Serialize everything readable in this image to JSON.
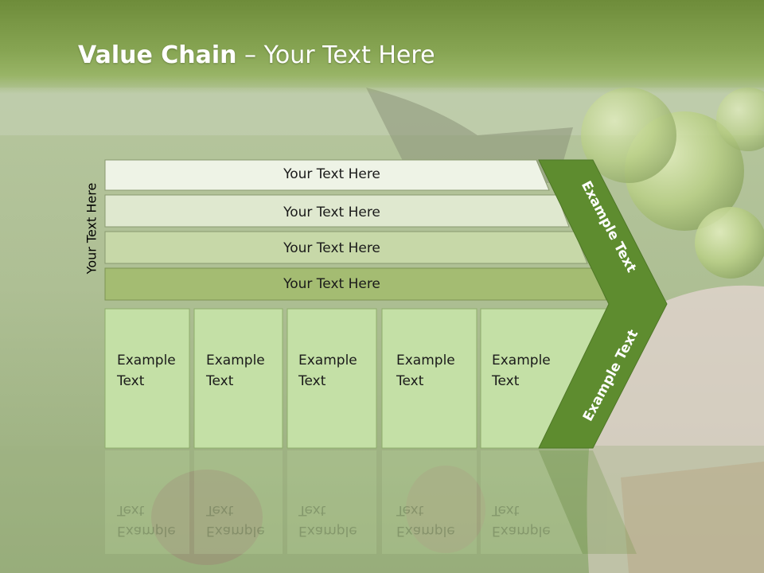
{
  "slide": {
    "title_bold": "Value Chain",
    "title_rest": " – Your Text Here",
    "side_label": "Your Text Here"
  },
  "rows": [
    {
      "label": "Your Text Here"
    },
    {
      "label": "Your Text Here"
    },
    {
      "label": "Your Text Here"
    },
    {
      "label": "Your Text Here"
    }
  ],
  "columns": [
    {
      "line1": "Example",
      "line2": "Text"
    },
    {
      "line1": "Example",
      "line2": "Text"
    },
    {
      "line1": "Example",
      "line2": "Text"
    },
    {
      "line1": "Example",
      "line2": "Text"
    },
    {
      "line1": "Example",
      "line2": "Text"
    }
  ],
  "arrow": {
    "upper_label": "Example Text",
    "lower_label": "Example Text"
  },
  "colors": {
    "header": "#7a9845",
    "arrow": "#5e8c2f",
    "row1": "#eef3e6",
    "row2": "#dfe8cf",
    "row3": "#c7d8a8",
    "row4": "#a4bc72",
    "column": "#c4e0a6"
  }
}
